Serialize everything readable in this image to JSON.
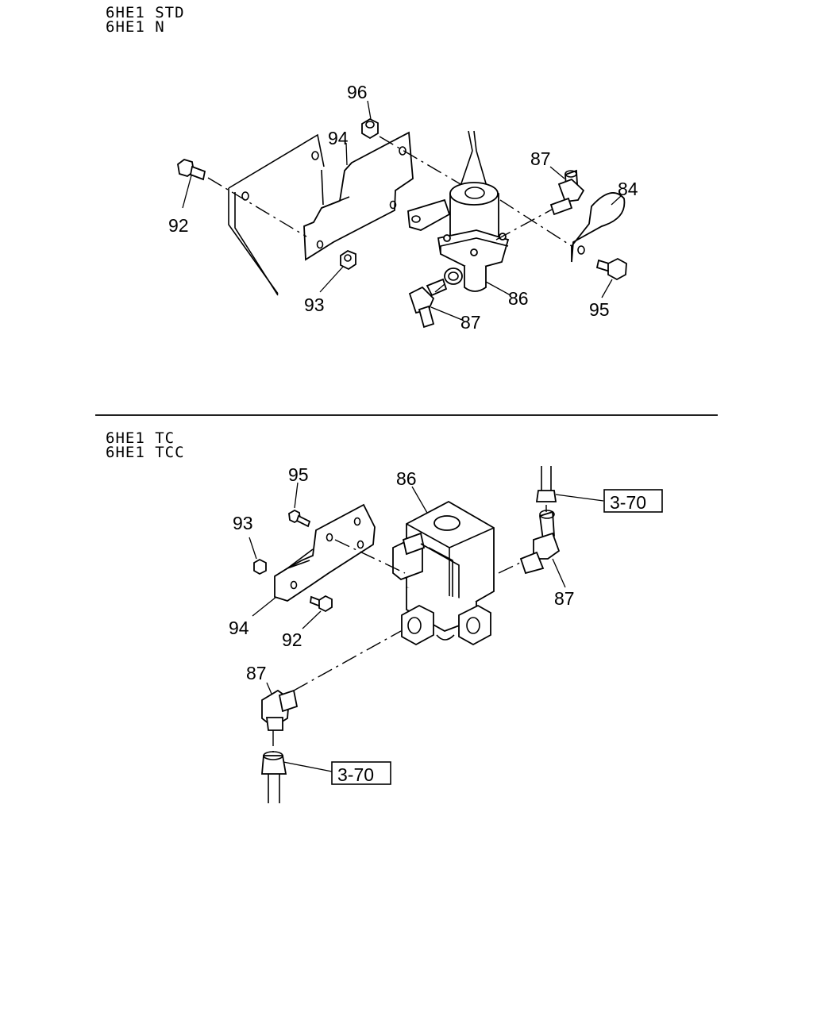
{
  "sections": [
    {
      "id": "top",
      "models": [
        "6HE1 STD",
        "6HE1 N"
      ],
      "callouts": {
        "c96": "96",
        "c94": "94",
        "c92": "92",
        "c93": "93",
        "c86": "86",
        "c87a": "87",
        "c87b": "87",
        "c84": "84",
        "c95": "95"
      }
    },
    {
      "id": "bottom",
      "models": [
        "6HE1 TC",
        "6HE1 TCC"
      ],
      "callouts": {
        "c95": "95",
        "c86": "86",
        "c93": "93",
        "c94": "94",
        "c92": "92",
        "c87a": "87",
        "c87b": "87"
      },
      "refs": {
        "ref1": "3-70",
        "ref2": "3-70"
      }
    }
  ]
}
